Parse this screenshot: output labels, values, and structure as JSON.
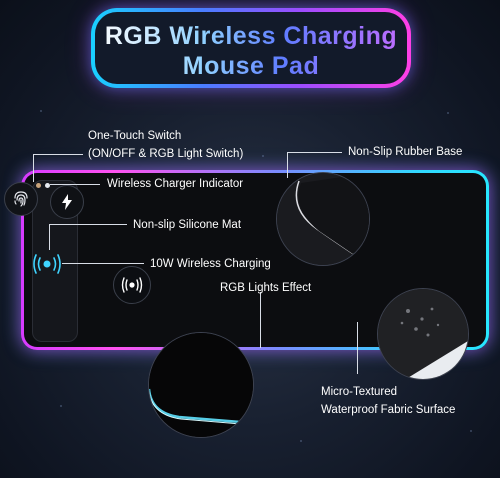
{
  "title": {
    "line1": "RGB Wireless Charging",
    "line2": "Mouse Pad"
  },
  "callouts": {
    "one_touch_switch_line1": "One-Touch Switch",
    "one_touch_switch_line2": "(ON/OFF & RGB Light Switch)",
    "wireless_charger_indicator": "Wireless Charger Indicator",
    "non_slip_silicone_mat": "Non-slip Silicone Mat",
    "wireless_charging": "10W Wireless Charging",
    "non_slip_rubber_base": "Non-Slip Rubber Base",
    "rgb_lights_effect": "RGB Lights Effect",
    "fabric_surface_line1": "Micro-Textured",
    "fabric_surface_line2": "Waterproof Fabric Surface"
  },
  "icons": [
    "fingerprint-icon",
    "lightning-icon",
    "wireless-charging-icon"
  ],
  "colors": {
    "background": "#182030",
    "glow_cyan": "#27e6ff",
    "glow_magenta": "#ff52f0",
    "glow_purple": "#9b4dff",
    "label": "#ffffff"
  }
}
